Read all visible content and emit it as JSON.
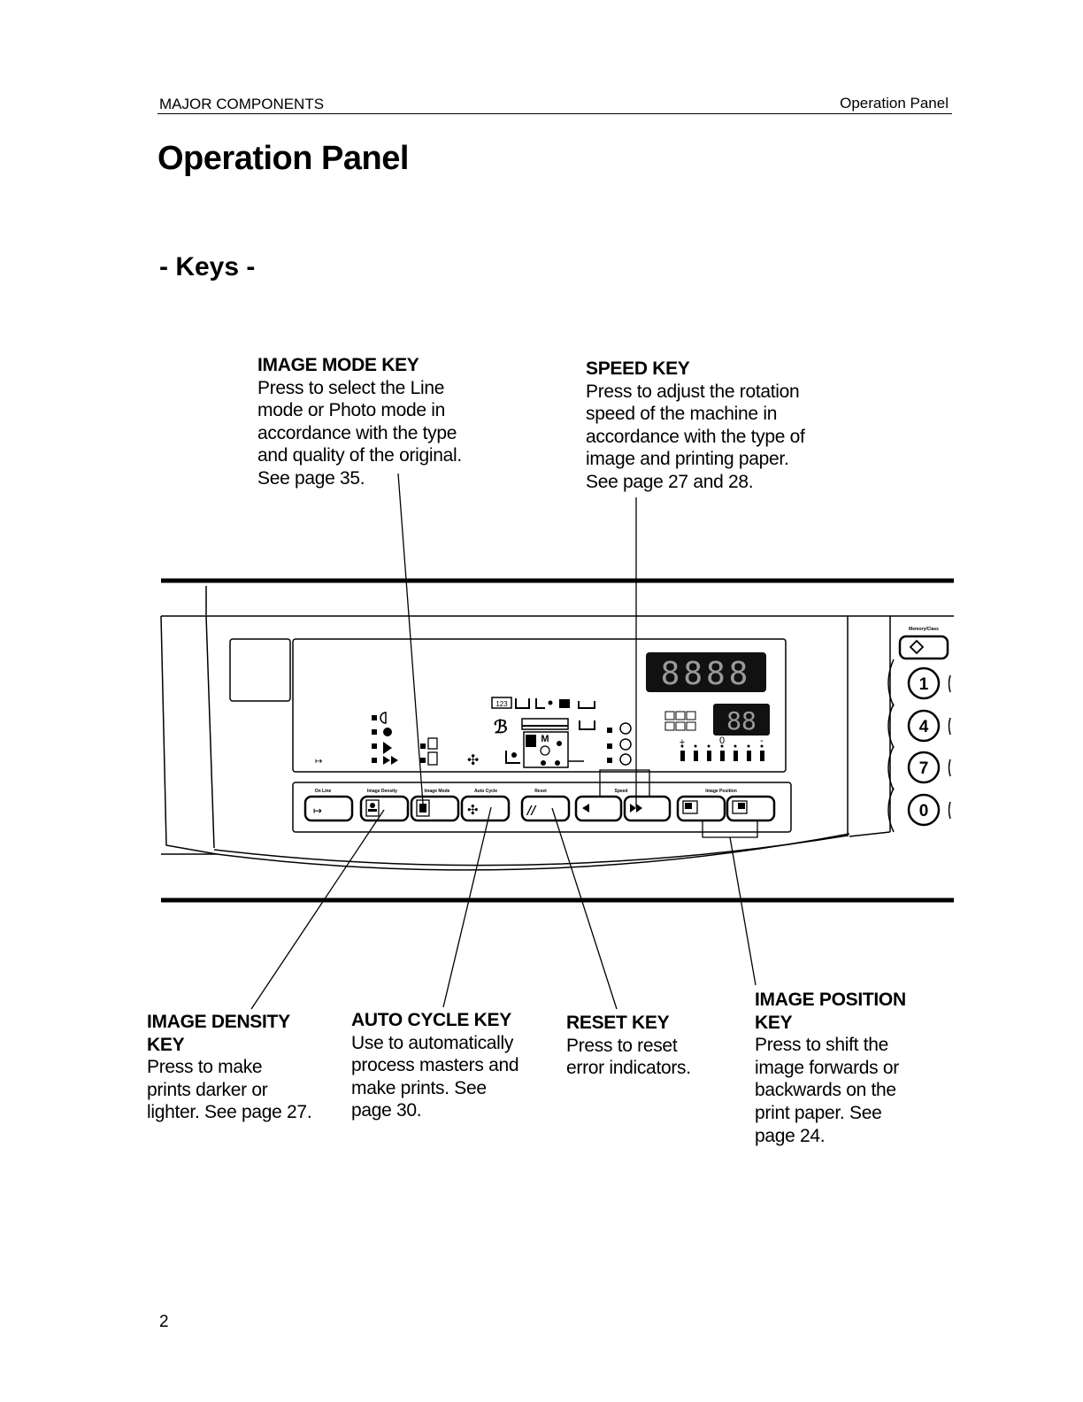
{
  "header": {
    "section": "MAJOR COMPONENTS",
    "topic": "Operation Panel"
  },
  "page_title": "Operation Panel",
  "subtitle": "- Keys -",
  "callouts": {
    "image_mode": {
      "title": "IMAGE MODE KEY",
      "body": "Press to select the Line\nmode or Photo mode in\naccordance with the type\nand quality of the original.\nSee page 35."
    },
    "speed": {
      "title": "SPEED KEY",
      "body": "Press to adjust the rotation\nspeed of the machine in\naccordance with the type of\nimage and printing paper.\nSee page 27 and 28."
    },
    "image_density": {
      "title": "IMAGE DENSITY\nKEY",
      "body": "Press to make\nprints darker or\nlighter. See page 27."
    },
    "auto_cycle": {
      "title": "AUTO CYCLE KEY",
      "body": "Use to automatically\nprocess masters and\nmake prints. See\npage 30."
    },
    "reset": {
      "title": "RESET KEY",
      "body": "Press to reset\nerror indicators."
    },
    "image_position": {
      "title": "IMAGE POSITION\nKEY",
      "body": "Press to shift the\nimage forwards or\nbackwards on the\nprint paper. See\npage 24."
    }
  },
  "panel": {
    "key_labels": {
      "on_line": "On Line",
      "image_density": "Image Density",
      "image_mode": "Image Mode",
      "auto_cycle": "Auto Cycle",
      "reset": "Reset",
      "speed": "Speed",
      "image_position": "Image Position",
      "memory_class": "Memory/Class"
    },
    "display_main": "8888",
    "display_small": "88",
    "numeric_keys": [
      "1",
      "4",
      "7",
      "0"
    ],
    "pos_scale": {
      "plus": "+",
      "zero": "0",
      "minus": "-"
    },
    "mode_letter": "M"
  },
  "page_number": "2"
}
